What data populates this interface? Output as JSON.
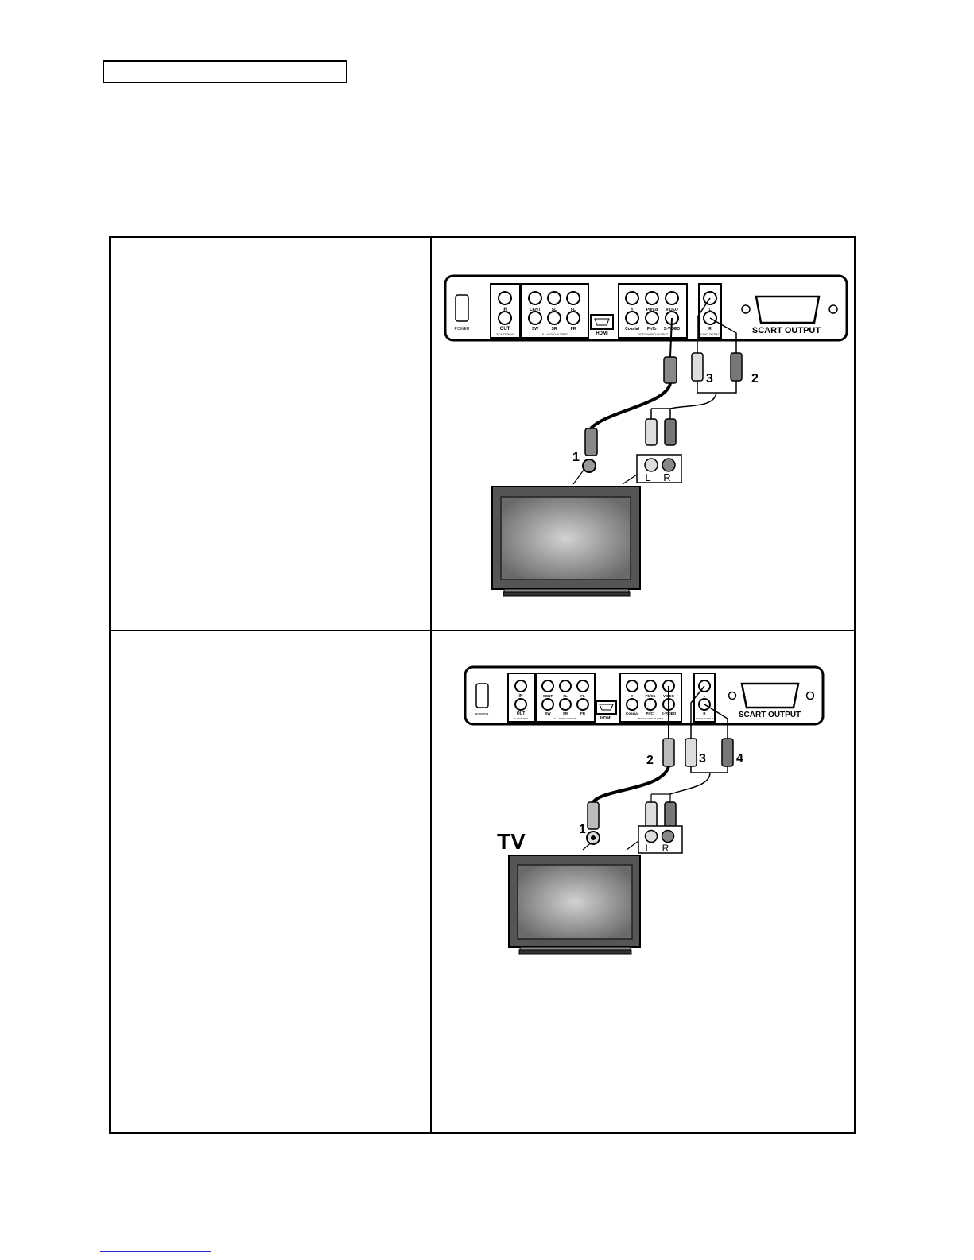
{
  "diagram1": {
    "panel_labels": {
      "power": "POWER",
      "in": "IN",
      "out": "OUT",
      "antenna": "TV ANTENNA",
      "cent": "CENT",
      "sl": "SL",
      "fl": "FL",
      "sw": "SW",
      "sr": "SR",
      "fr": "FR",
      "audio51": "5.1 AUDIO OUTPUT",
      "hdmi": "HDMI",
      "y": "Y",
      "pbcb": "Pb/Cb",
      "video": "VIDEO",
      "coaxial": "Coaxial",
      "prcr": "Pr/Cr",
      "svideo": "S-VIDEO",
      "video_output": "VIDEO/AUDIO OUTPUT",
      "l": "L",
      "r": "R",
      "audio_output": "AUDIO OUTPUT",
      "scart": "SCART OUTPUT"
    },
    "callouts": {
      "one": "1",
      "two": "2",
      "three": "3"
    },
    "tv_jack_labels": {
      "l": "L",
      "r": "R"
    }
  },
  "diagram2": {
    "panel_labels": {
      "power": "POWER",
      "in": "IN",
      "out": "OUT",
      "antenna": "TV ANTENNA",
      "cent": "CENT",
      "sl": "SL",
      "fl": "FL",
      "sw": "SW",
      "sr": "SR",
      "fr": "FR",
      "audio51": "5.1 AUDIO OUTPUT",
      "hdmi": "HDMI",
      "y": "Y",
      "pbcb": "Pb/Cb",
      "video": "VIDEO",
      "coaxial": "Coaxial",
      "prcr": "Pr/Cr",
      "svideo": "S-VIDEO",
      "video_output": "VIDEO/AUDIO OUTPUT",
      "l": "L",
      "r": "R",
      "audio_output": "AUDIO OUTPUT",
      "scart": "SCART OUTPUT"
    },
    "callouts": {
      "one": "1",
      "two": "2",
      "three": "3",
      "four": "4"
    },
    "tv_label": "TV",
    "tv_jack_labels": {
      "l": "L",
      "r": "R"
    }
  }
}
